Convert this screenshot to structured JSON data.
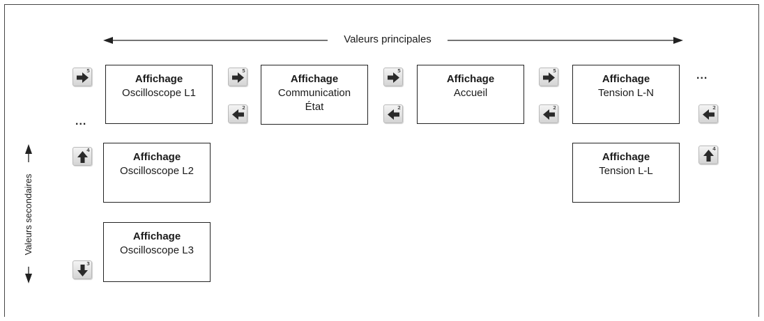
{
  "header": {
    "primary_label": "Valeurs principales"
  },
  "side": {
    "secondary_label": "Valeurs secondaires"
  },
  "ellipsis": "...",
  "boxes": [
    {
      "title": "Affichage",
      "lines": [
        "Oscilloscope L1"
      ]
    },
    {
      "title": "Affichage",
      "lines": [
        "Communication",
        "État"
      ]
    },
    {
      "title": "Affichage",
      "lines": [
        "Accueil"
      ]
    },
    {
      "title": "Affichage",
      "lines": [
        "Tension L-N"
      ]
    },
    {
      "title": "Affichage",
      "lines": [
        "Oscilloscope L2"
      ]
    },
    {
      "title": "Affichage",
      "lines": [
        "Oscilloscope L3"
      ]
    },
    {
      "title": "Affichage",
      "lines": [
        "Tension L-L"
      ]
    }
  ],
  "buttons": {
    "right": {
      "icon": "arrow-right-icon",
      "number": "5"
    },
    "left": {
      "icon": "arrow-left-icon",
      "number": "2"
    },
    "up": {
      "icon": "arrow-up-icon",
      "number": "4"
    },
    "down": {
      "icon": "arrow-down-icon",
      "number": "3"
    }
  }
}
